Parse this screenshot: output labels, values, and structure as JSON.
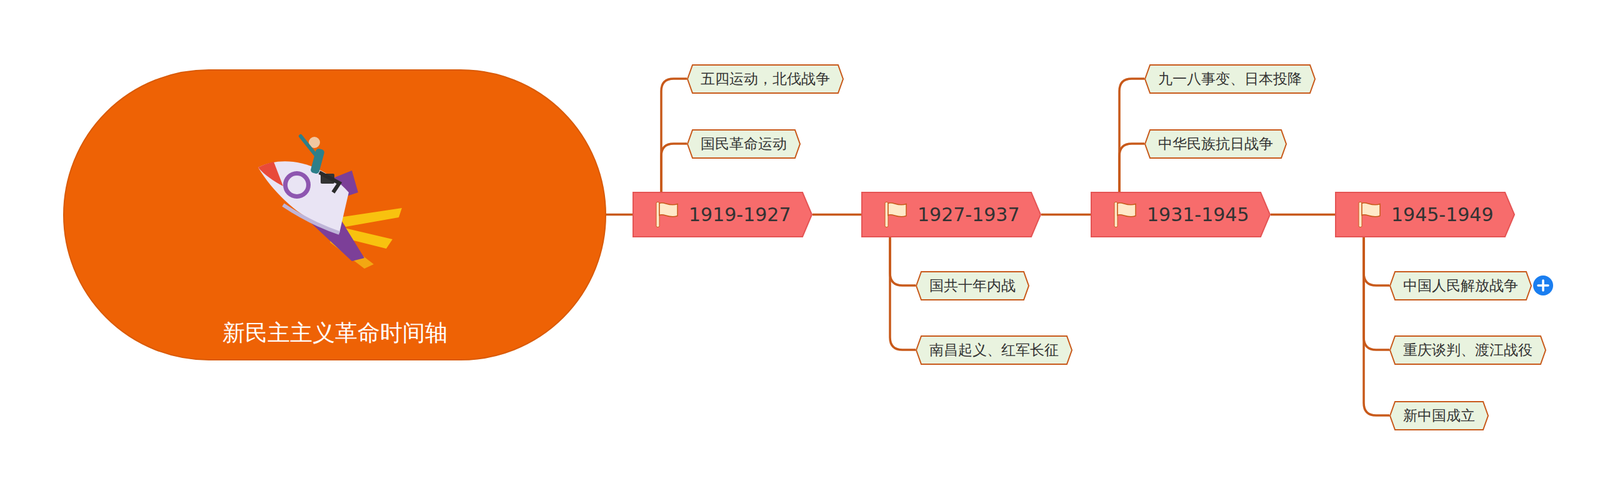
{
  "diagram": {
    "nodes": [
      {
        "text": [
          "新民主主义革命时间轴"
        ]
      },
      {
        "text": [
          "1919-1927"
        ]
      },
      {
        "text": [
          "五四运动，北伐战争"
        ]
      },
      {
        "text": [
          "国民革命运动"
        ]
      },
      {
        "text": [
          "1927-1937"
        ]
      },
      {
        "text": [
          "国共十年内战"
        ]
      },
      {
        "text": [
          "南昌起义、红军长征"
        ]
      },
      {
        "text": [
          "1931-1945"
        ]
      },
      {
        "text": [
          "九一八事变、日本投降"
        ]
      },
      {
        "text": [
          "中华民族抗日战争"
        ]
      },
      {
        "text": [
          "1945-1949"
        ]
      },
      {
        "text": [
          "中国人民解放战争"
        ]
      },
      {
        "text": [
          "重庆谈判、渡江战役"
        ]
      },
      {
        "text": [
          "新中国成立"
        ]
      }
    ],
    "edges": [
      {
        "from": 0,
        "to": 1,
        "arrow": "none"
      },
      {
        "from": 1,
        "to": 4,
        "arrow": "none"
      },
      {
        "from": 4,
        "to": 7,
        "arrow": "none"
      },
      {
        "from": 7,
        "to": 10,
        "arrow": "none"
      },
      {
        "from": 1,
        "to": 2,
        "arrow": "none"
      },
      {
        "from": 1,
        "to": 3,
        "arrow": "none"
      },
      {
        "from": 4,
        "to": 5,
        "arrow": "none"
      },
      {
        "from": 4,
        "to": 6,
        "arrow": "none"
      },
      {
        "from": 7,
        "to": 8,
        "arrow": "none"
      },
      {
        "from": 7,
        "to": 9,
        "arrow": "none"
      },
      {
        "from": 10,
        "to": 11,
        "arrow": "none"
      },
      {
        "from": 10,
        "to": 12,
        "arrow": "none"
      },
      {
        "from": 10,
        "to": 13,
        "arrow": "none"
      }
    ]
  }
}
